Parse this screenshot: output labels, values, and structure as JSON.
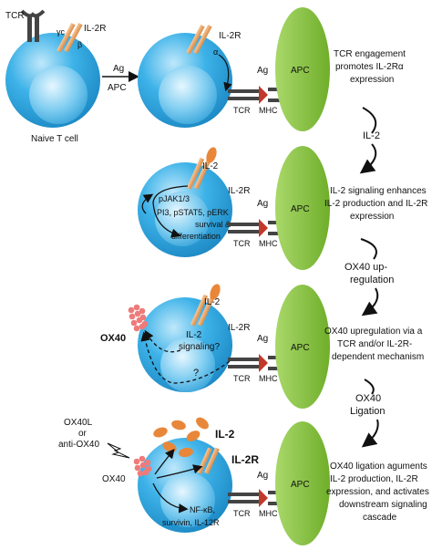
{
  "panel1": {
    "tcr_label": "TCR",
    "gamma_label": "γc",
    "beta_label": "β",
    "il2r_label": "IL-2R",
    "cell_caption": "Naive T cell",
    "arrow_ag": "Ag",
    "arrow_apc": "APC"
  },
  "panel2": {
    "il2r_label": "IL-2R",
    "alpha_label": "α",
    "ag_label": "Ag",
    "tcr_label": "TCR",
    "mhc_label": "MHC",
    "apc_label": "APC",
    "desc": [
      "TCR engagement",
      "promotes IL-2Rα",
      "expression"
    ],
    "step_label": "IL-2"
  },
  "panel3": {
    "il2_label": "IL-2",
    "il2r_label": "IL-2R",
    "signals": [
      "pJAK1/3",
      "PI3, pSTAT5, pERK",
      "survival &",
      "differentiation"
    ],
    "ag_label": "Ag",
    "tcr_label": "TCR",
    "mhc_label": "MHC",
    "apc_label": "APC",
    "desc": [
      "IL-2 signaling enhances",
      "IL-2 production and IL-2R",
      "expression"
    ],
    "step_label": [
      "OX40 up-",
      "regulation"
    ]
  },
  "panel4": {
    "ox40_label": "OX40",
    "il2_label": "IL-2",
    "il2r_label": "IL-2R",
    "question_signaling": [
      "IL-2",
      "signaling?"
    ],
    "question_mark": "?",
    "ag_label": "Ag",
    "tcr_label": "TCR",
    "mhc_label": "MHC",
    "apc_label": "APC",
    "desc": [
      "OX40 upregulation via a",
      "TCR and/or IL-2R-",
      "dependent mechanism"
    ],
    "step_label": [
      "OX40",
      "Ligation"
    ]
  },
  "panel5": {
    "ox40l_label": [
      "OX40L",
      "or",
      "anti-OX40"
    ],
    "ox40_label": "OX40",
    "il2_label": "IL-2",
    "il2r_label": "IL-2R",
    "targets": [
      "NF-κB,",
      "survivin, IL-12R"
    ],
    "ag_label": "Ag",
    "tcr_label": "TCR",
    "mhc_label": "MHC",
    "apc_label": "APC",
    "desc": [
      "OX40 ligation aguments",
      "IL-2 production, IL-2R",
      "expression, and activates",
      "downstream signaling",
      "cascade"
    ]
  },
  "colors": {
    "cell_outer": "#2aa3dc",
    "cell_inner": "#8fd3f2",
    "apc": "#8cc63f",
    "receptor": "#f0a868",
    "il2": "#e8873a",
    "ox40": "#ef7a7a",
    "tcr": "#444444"
  }
}
